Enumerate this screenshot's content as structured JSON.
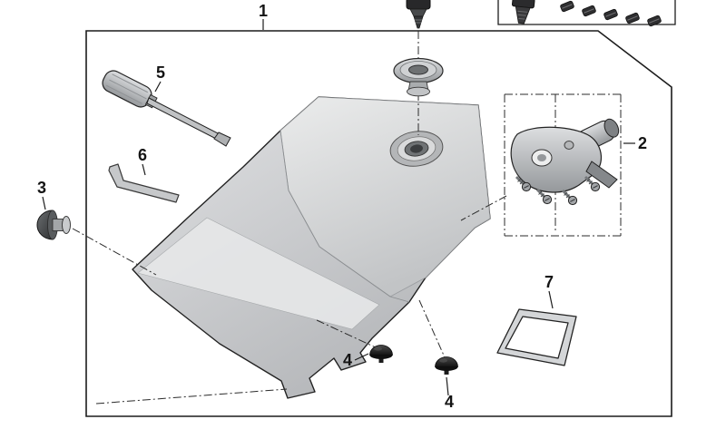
{
  "figure": {
    "callouts": {
      "1": "1",
      "2": "2",
      "3": "3",
      "4": "4",
      "5": "5",
      "6": "6",
      "7": "7"
    },
    "palette": {
      "line": "#1c1c1c",
      "body_light": "#e6e7e8",
      "body_mid": "#c6c8ca",
      "body_dark": "#8b8e91",
      "metal": "#9a9da0",
      "rubber": "#232323",
      "background": "#ffffff"
    }
  }
}
